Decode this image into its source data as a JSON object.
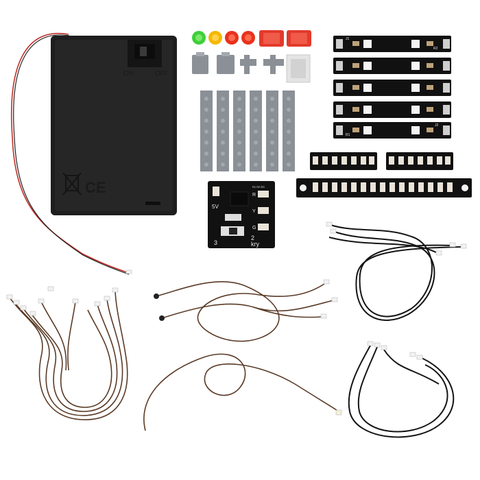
{
  "battery_box": {
    "switch_on_label": "ON",
    "switch_off_label": "OFF",
    "ce_mark": "CE"
  },
  "controller_board": {
    "voltage_label": "5V",
    "port_r_label": "R",
    "port_y_label": "Y",
    "port_g_label": "G",
    "header_label": "R1 R2 R3",
    "mode_3_label": "3",
    "mode_2_label": "2",
    "brand_label": "kry"
  },
  "light_strip": {
    "pad_label_left": "J1",
    "pad_label_right": "J2",
    "resistor_label_1": "R1",
    "resistor_label_2": "R2"
  },
  "colors": {
    "battery_case": "#1e1e1e",
    "pcb": "#111111",
    "brick_gray": "#8a9096",
    "cap_green": "#3fcf3a",
    "cap_yellow": "#f5b800",
    "cap_red": "#e8321e",
    "wire_brown": "#5a3a26",
    "wire_black": "#141414",
    "wire_red": "#c0302a"
  }
}
